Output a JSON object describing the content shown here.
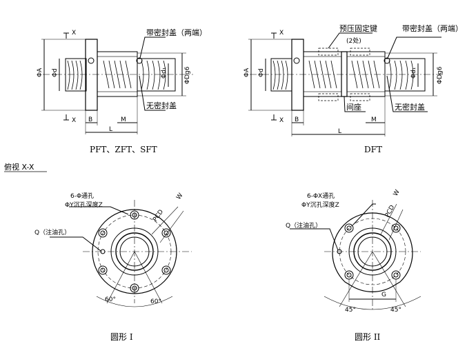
{
  "top_left": {
    "caption": "PFT、ZFT、SFT",
    "seal_both": "带密封盖（两端）",
    "no_seal": "无密封盖",
    "dim_phiA": "ΦA",
    "dim_phid": "Φd",
    "dim_phid1": "Φd₁",
    "dim_phiDg6": "ΦDg6",
    "dim_B": "B",
    "dim_M": "M",
    "dim_L": "L",
    "sec_X_top": "X",
    "sec_X_bot": "X"
  },
  "top_right": {
    "caption": "DFT",
    "preload_key": "预压固定键",
    "preload_key_count": "(2处)",
    "seal_both": "带密封盖（两端）",
    "spacer": "间座",
    "no_seal": "无密封盖",
    "dim_phiA": "ΦA",
    "dim_phid": "Φd",
    "dim_phid1": "Φd₁",
    "dim_phiDg6": "ΦDg6",
    "dim_B": "B",
    "dim_M": "M",
    "dim_L": "L",
    "sec_X_top": "X",
    "sec_X_bot": "X"
  },
  "view_title": "俯视 X-X",
  "bottom_left": {
    "holes_line1": "6-Φ通孔",
    "holes_line2": "ΦY沉孔深度Z",
    "oil_hole": "Q（注油孔）",
    "pcd": "PCD",
    "w": "W",
    "angle_left": "60°",
    "angle_right": "60°",
    "caption": "圆形 I"
  },
  "bottom_right": {
    "holes_line1": "6-ΦX通孔",
    "holes_line2": "ΦY沉孔深度Z",
    "oil_hole": "Q（注油孔）",
    "pcd": "PCD",
    "w": "W",
    "dim_G": "G",
    "angle_left": "45°",
    "angle_right": "45°",
    "caption": "圆形 II"
  }
}
